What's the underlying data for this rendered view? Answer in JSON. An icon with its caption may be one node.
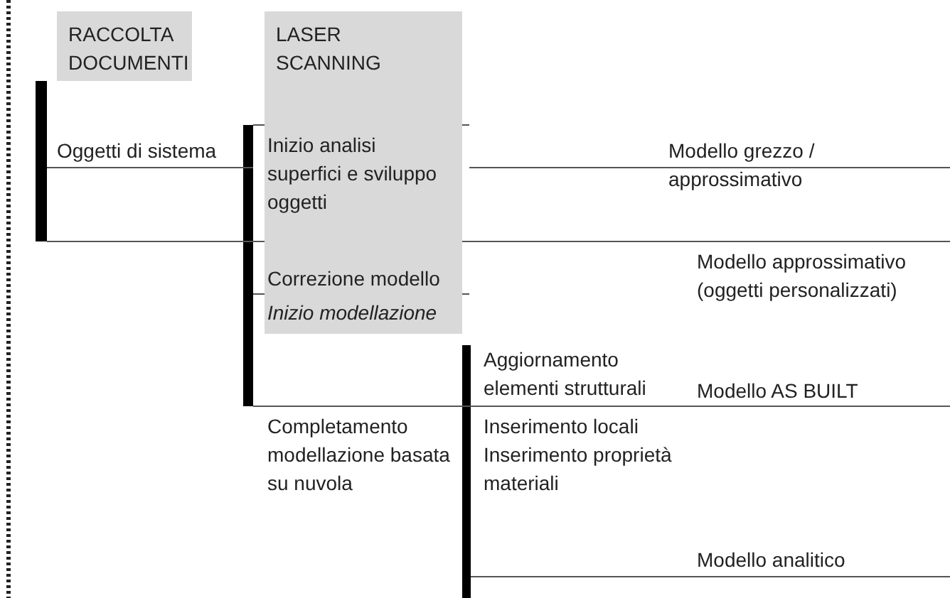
{
  "diagram": {
    "nodes": [
      {
        "text": [
          "RACCOLTA DOCUMENTI"
        ]
      },
      {
        "text": [
          "LASER SCANNING"
        ]
      }
    ],
    "labels": [
      "Oggetti di sistema",
      "Inizio analisi superfici e sviluppo oggetti",
      "Modello grezzo / approssimativo",
      "Modello approssimativo (oggetti personalizzati)",
      "Correzione modello",
      "Inizio modellazione",
      "Aggiornamento elementi strutturali",
      "Modello AS BUILT",
      "Completamento modellazione basata su nuvola",
      "Inserimento locali",
      "Inserimento proprietà materiali",
      "Modello analitico"
    ]
  }
}
